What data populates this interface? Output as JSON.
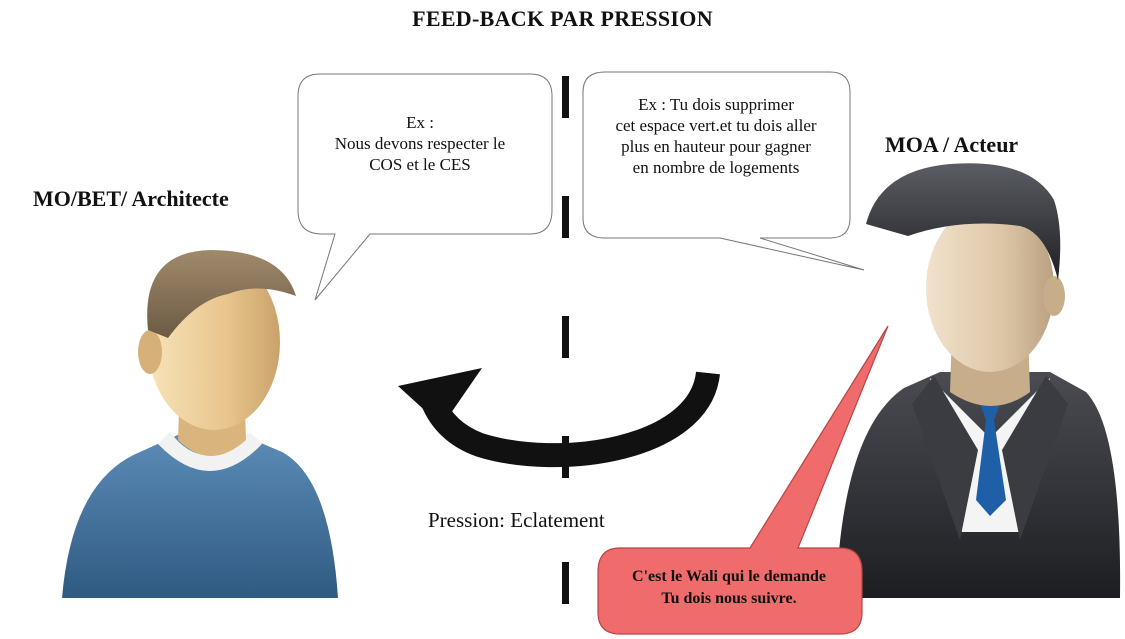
{
  "title": "FEED-BACK PAR PRESSION",
  "left_actor": {
    "role": "MO/BET/ Architecte",
    "speech": [
      "Ex :",
      "Nous devons respecter le",
      "COS et le CES"
    ]
  },
  "right_actor": {
    "role": "MOA / Acteur",
    "speech": [
      "Ex : Tu dois supprimer",
      "cet espace vert.et tu dois aller",
      "plus en hauteur pour gagner",
      "en nombre de logements"
    ]
  },
  "pressure_label": "Pression: Eclatement",
  "pressure_speech": [
    "C'est le Wali qui le demande",
    "Tu dois nous suivre."
  ],
  "colors": {
    "red_bubble": "#f06b6b",
    "left_shirt": "#3f6d96",
    "right_suit": "#2e2f33",
    "tie": "#1e5fa8"
  },
  "icons": [
    "casual-man-avatar-icon",
    "businessman-avatar-icon",
    "curved-arrow-icon"
  ]
}
